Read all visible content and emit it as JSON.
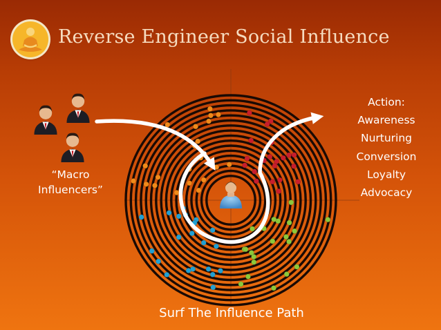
{
  "slide": {
    "title": "Reverse Engineer Social Influence",
    "logo_icon": "meditating-monk-icon",
    "macro_label": {
      "line1": "“Macro",
      "line2": "Influencers”"
    },
    "action_list": [
      "Action:",
      "Awareness",
      "Nurturing",
      "Conversion",
      "Loyalty",
      "Advocacy"
    ],
    "caption": "Surf The Influence Path",
    "icons": {
      "macro_influencers": "businessman-icon",
      "central_person": "person-icon",
      "path_arrows": "curved-arrow-icon"
    },
    "colors": {
      "background_top": "#9a2a04",
      "background_bottom": "#ef7410",
      "title_text": "#f6dcc0",
      "rings": "#1a0a04",
      "arrows": "#ffffff",
      "dot_red": "#c81e2c",
      "dot_orange": "#f08a1a",
      "dot_green": "#8cc83a",
      "dot_blue": "#22a0d2"
    }
  }
}
